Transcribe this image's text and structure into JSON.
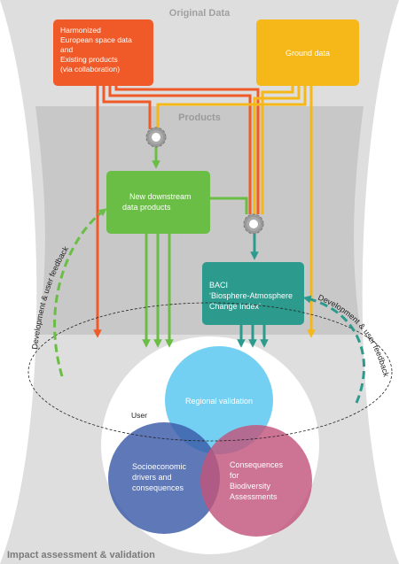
{
  "sections": {
    "top": "Original Data",
    "middle": "Products",
    "bottom": "Impact assessment & validation"
  },
  "boxes": {
    "harmonized": [
      "Harmonized",
      "European space data",
      "and",
      "Existing products",
      "(via collaboration)"
    ],
    "ground": "Ground data",
    "downstream": [
      "New downstream",
      "data products"
    ],
    "baci": [
      "BACI",
      "‘Biosphere-Atmosphere",
      "Change Index’"
    ]
  },
  "venn": {
    "user": "User",
    "regional": "Regional validation",
    "socioeconomic": [
      "Socioeconomic",
      "drivers and",
      "consequences"
    ],
    "biodiversity": [
      "Consequences",
      "for",
      "Biodiversity",
      "Assessments"
    ]
  },
  "feedback": {
    "left": "Development & user feedback",
    "right": "Development & user feedback"
  },
  "colors": {
    "orange": "#ef5a28",
    "yellow": "#f6b818",
    "green": "#6abd45",
    "teal": "#2c9a8d",
    "background_gray": "#dedede",
    "band_gray": "#c8c8c8",
    "venn_blue": "#5472b8",
    "venn_cyan": "#6dcdf2",
    "venn_pink": "#c2547b"
  },
  "icons": [
    "gear-icon"
  ]
}
